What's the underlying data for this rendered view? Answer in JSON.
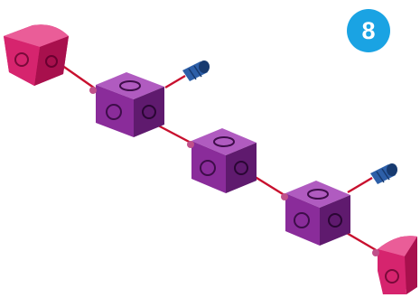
{
  "step": {
    "number": "8"
  },
  "colors": {
    "badge": "#1aa3e3",
    "connector_line": "#c8102e",
    "cube_front": "#8a2c9a",
    "cube_top": "#b05bc0",
    "cube_right": "#5f1a6e",
    "wedge_face": "#d6246e",
    "wedge_top": "#ea5d98",
    "wedge_side": "#a8104d",
    "pin": "#2d5fa8",
    "pin_dark": "#173a70"
  },
  "parts": [
    {
      "type": "wedge-connector",
      "name": "curved-wedge-top-left"
    },
    {
      "type": "cube-connector",
      "name": "cube-1"
    },
    {
      "type": "short-pin",
      "name": "blue-pin-1"
    },
    {
      "type": "cube-connector",
      "name": "cube-2"
    },
    {
      "type": "cube-connector",
      "name": "cube-3"
    },
    {
      "type": "short-pin",
      "name": "blue-pin-2"
    },
    {
      "type": "wedge-connector",
      "name": "curved-wedge-bottom-right"
    }
  ]
}
